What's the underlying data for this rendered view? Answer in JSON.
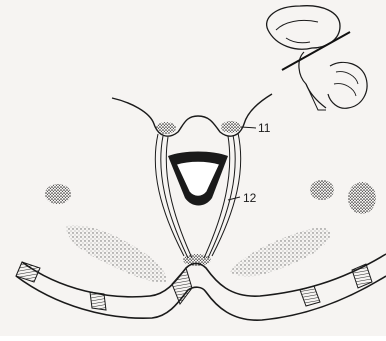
{
  "figure": {
    "callouts": [
      {
        "id": "11",
        "text": "11"
      },
      {
        "id": "12",
        "text": "12"
      }
    ],
    "colors": {
      "ink": "#1a1a1a",
      "paper": "#f6f4f2",
      "stipple": "#6f6f6f"
    },
    "icons": [
      "brain-orientation-icon"
    ]
  }
}
